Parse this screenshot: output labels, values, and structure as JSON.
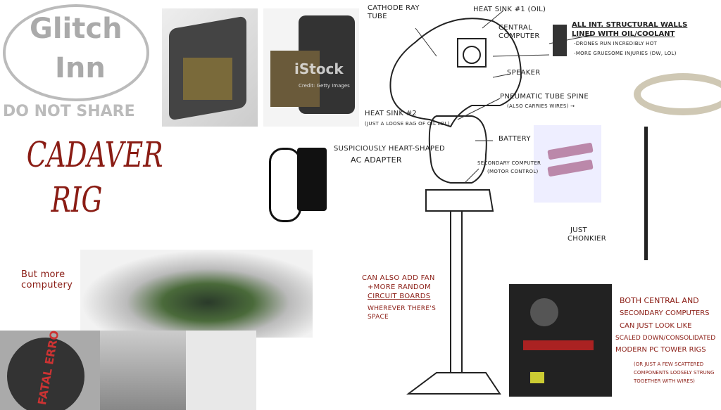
{
  "logo": {
    "line1": "Glitch",
    "line2": "Inn",
    "watermark": "DO NOT SHARE"
  },
  "title": "CADAVER RIG",
  "photos": {
    "crt_watermark": "iStock",
    "crt_credit": "Credit: Getty Images",
    "error_screen": "FATAL ERROR"
  },
  "notes": {
    "more_computery": "But more computery",
    "crt": "Cathode Ray Tube",
    "heat_sink_1": "Heat Sink #1 (Oil)",
    "central_computer": "Central Computer",
    "walls_title_1": "All Int. Structural Walls",
    "walls_title_2": "Lined with Oil/Coolant",
    "walls_point_1": "-Drones run incredibly hot",
    "walls_point_2": "-More gruesome injuries (dw, lol)",
    "speaker": "Speaker",
    "spine": "Pneumatic Tube Spine",
    "spine_sub": "(Also carries wires) →",
    "heat_sink_2": "Heat Sink #2",
    "heat_sink_2_sub": "(Just a loose bag of oil lol)",
    "adapter_1": "Suspiciously Heart-Shaped",
    "adapter_2": "AC Adapter",
    "battery": "Battery",
    "secondary": "Secondary Computer",
    "secondary_sub": "(Motor Control)",
    "fan_1": "Can also add fan",
    "fan_2": "+more random",
    "fan_3": "circuit boards",
    "fan_4": "wherever there's",
    "fan_5": "space",
    "chonkier_1": "Just",
    "chonkier_2": "Chonkier",
    "pc_1": "Both central and",
    "pc_2": "secondary computers",
    "pc_3": "can just look like",
    "pc_4": "scaled down/consolidated",
    "pc_5": "modern PC tower rigs",
    "pc_6": "(or just a few scattered",
    "pc_7": "components loosely strung",
    "pc_8": "together with wires)"
  }
}
